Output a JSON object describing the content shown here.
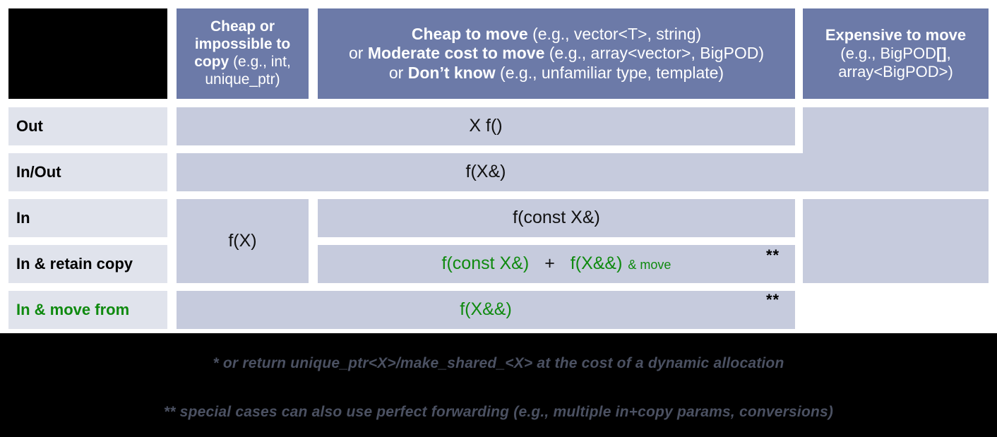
{
  "title": "C++ parameter passing / return guidance table",
  "colors": {
    "header_bg": "#6c7aa8",
    "body_cell_bg": "#c6cbdd",
    "row_label_bg": "#e0e3ec",
    "green": "#0f8a0f",
    "footer_bg": "#000000",
    "footnote_text": "#4b5162"
  },
  "header": {
    "corner": "",
    "col_cheap_copy": {
      "line1_bold": "Cheap or",
      "line2_bold": "impossible to",
      "line3_bold": "copy",
      "line3_rest": " (e.g., int,",
      "line4_rest": "unique_ptr)"
    },
    "col_cheap_move": {
      "l1_bold": "Cheap to move",
      "l1_rest": " (e.g., vector<T>, string)",
      "l2_pre": "or ",
      "l2_bold": "Moderate cost to move",
      "l2_rest": " (e.g., array<vector>, BigPOD)",
      "l3_pre": "or ",
      "l3_bold": "Don’t know",
      "l3_rest": " (e.g., unfamiliar type, template)"
    },
    "col_expensive_move": {
      "l1_bold": "Expensive to move",
      "l2_pre": "(e.g., BigPOD",
      "l2_bold": "[]",
      "l2_post": ",",
      "l3": "array<BigPOD>)"
    }
  },
  "rows": [
    {
      "label": "Out",
      "value": "X f()"
    },
    {
      "label": "In/Out",
      "value": "f(X&)"
    },
    {
      "label": "In",
      "value": "f(const X&)"
    },
    {
      "label": "In & retain copy",
      "value_a": "f(const X&)",
      "value_plus": "+",
      "value_b": "f(X&&)",
      "value_note": "& move",
      "marker": "**"
    },
    {
      "label": "In & move from",
      "value": "f(X&&)",
      "marker": "**"
    }
  ],
  "span_cell": {
    "value": "f(X)"
  },
  "footnotes": [
    "* or return unique_ptr<X>/make_shared_<X> at the cost of a dynamic allocation",
    "** special cases can also use perfect forwarding (e.g., multiple in+copy params, conversions)"
  ]
}
